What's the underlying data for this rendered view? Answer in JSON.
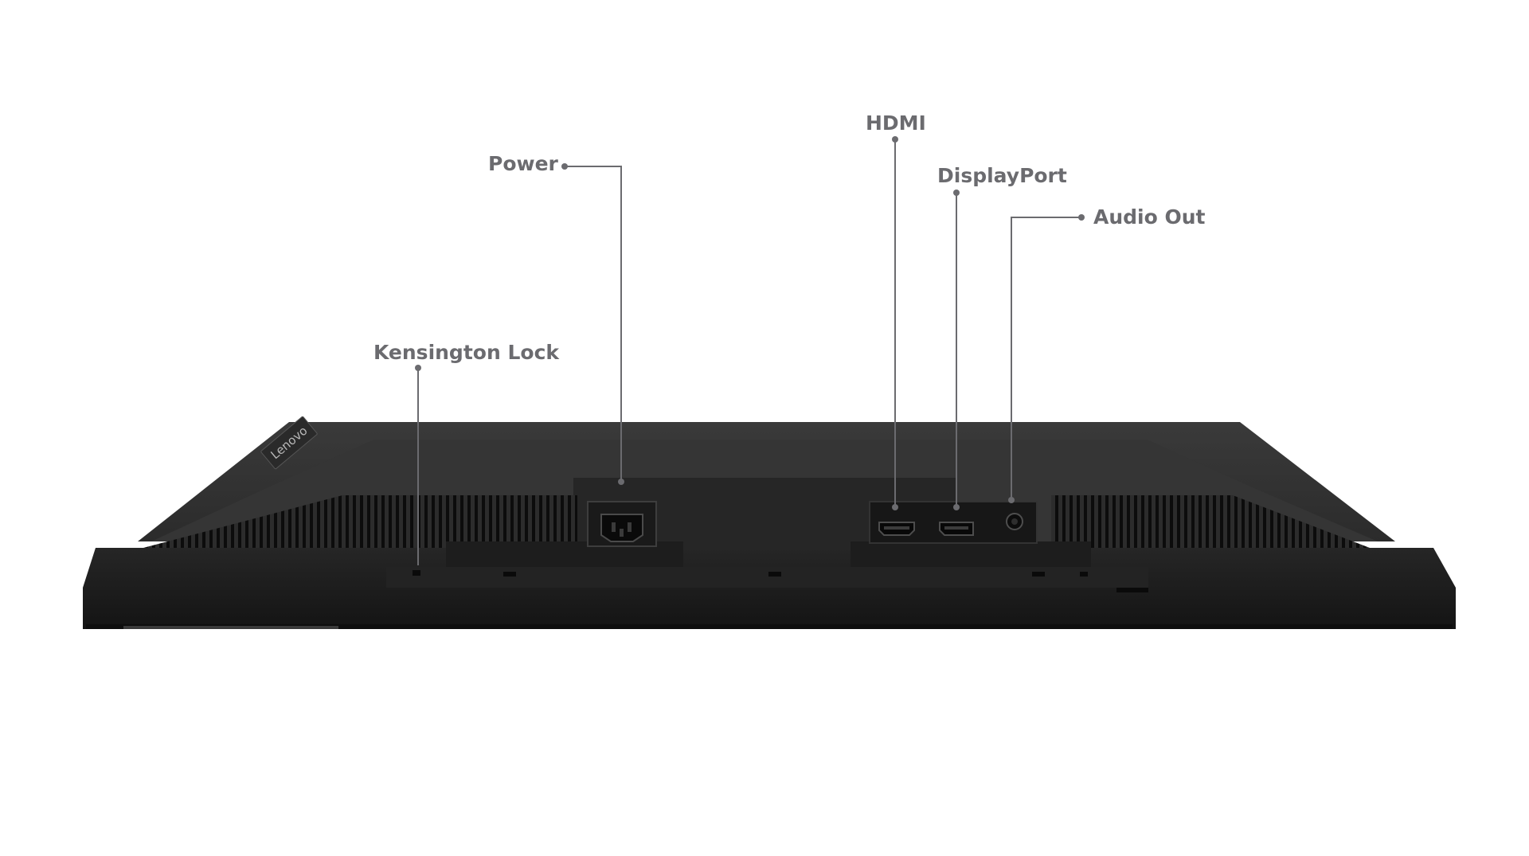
{
  "callouts": {
    "power": "Power",
    "hdmi": "HDMI",
    "displayport": "DisplayPort",
    "audio_out": "Audio Out",
    "kensington_lock": "Kensington Lock"
  },
  "brand_logo": "Lenovo",
  "colors": {
    "background": "#ffffff",
    "label": "#6b6b6f",
    "leader_line": "#6b6b6f",
    "monitor_body": "#1c1c1c",
    "monitor_back": "#303030",
    "vent": "#0f0f0f"
  }
}
